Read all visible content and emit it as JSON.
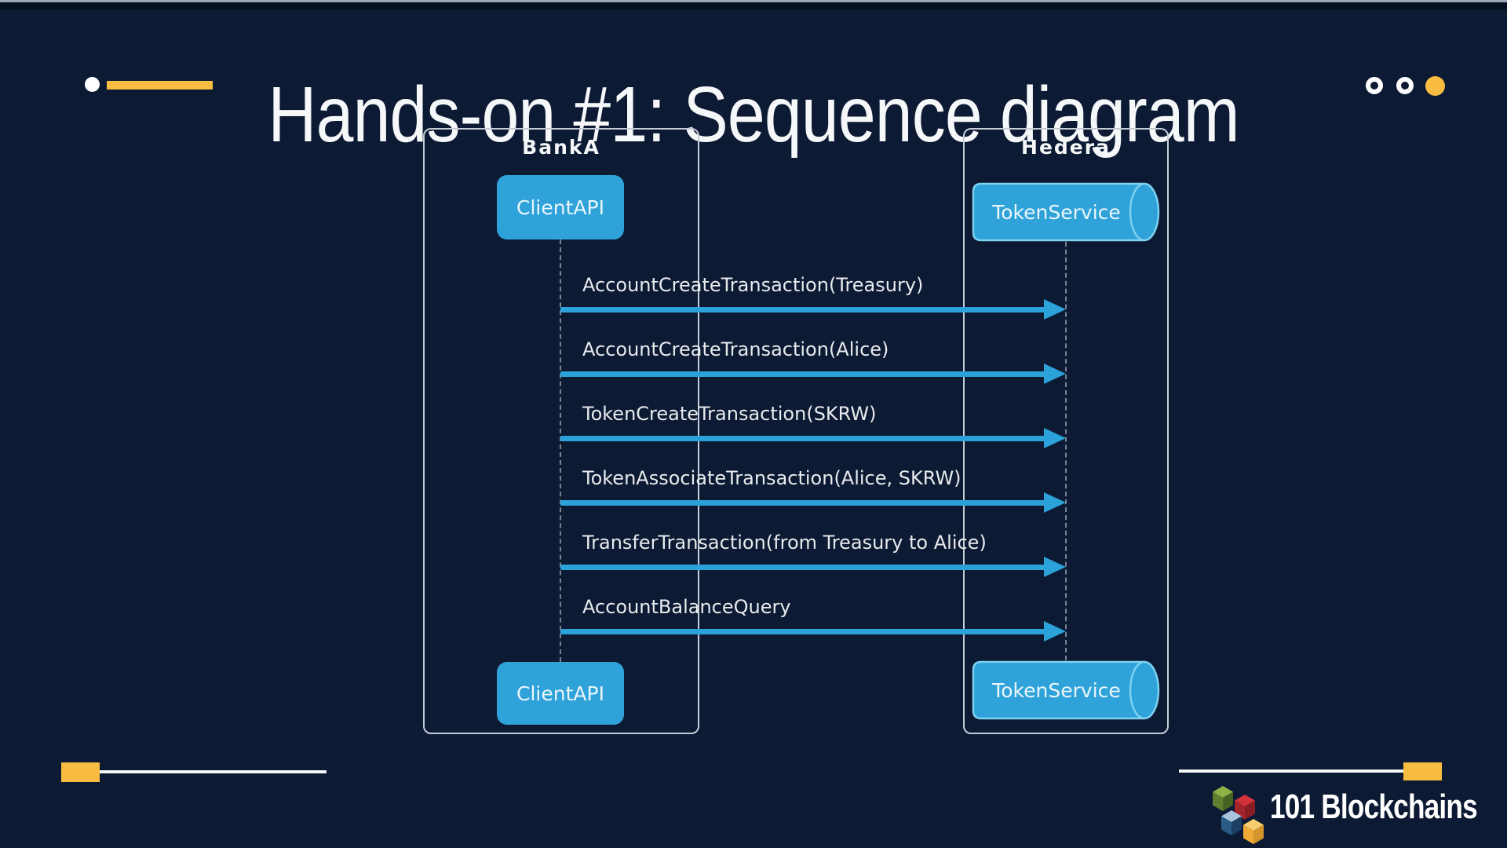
{
  "slide": {
    "title": "Hands-on #1: Sequence diagram"
  },
  "colors": {
    "background": "#0c1a33",
    "accent_yellow": "#f8bd40",
    "component_blue": "#2fa3d9",
    "cylinder_outline_blue": "#7ed1f1",
    "arrow_blue": "#2ba2d9",
    "frame_border": "#c7cdd7",
    "lifeline_gray": "#79828f",
    "text_white": "#f5f7f9"
  },
  "diagram": {
    "participants": [
      {
        "name": "BankA",
        "component": "ClientAPI",
        "shape": "rounded-rect"
      },
      {
        "name": "Hedera",
        "component": "TokenService",
        "shape": "cylinder"
      }
    ],
    "messages": [
      "AccountCreateTransaction(Treasury)",
      "AccountCreateTransaction(Alice)",
      "TokenCreateTransaction(SKRW)",
      "TokenAssociateTransaction(Alice, SKRW)",
      "TransferTransaction(from Treasury to Alice)",
      "AccountBalanceQuery"
    ]
  },
  "footer": {
    "brand": "101 Blockchains",
    "logo_cubes": [
      {
        "name": "green",
        "colors": {
          "top": "#8fb044",
          "left": "#60802f",
          "right": "#486322"
        }
      },
      {
        "name": "red",
        "colors": {
          "top": "#d2333b",
          "left": "#a6242c",
          "right": "#891d23"
        }
      },
      {
        "name": "blue",
        "colors": {
          "top": "#a9c4de",
          "left": "#2b5c86",
          "right": "#1c3f63"
        }
      },
      {
        "name": "yellow",
        "colors": {
          "top": "#f8cd6e",
          "left": "#efab39",
          "right": "#d3962c"
        }
      }
    ]
  }
}
